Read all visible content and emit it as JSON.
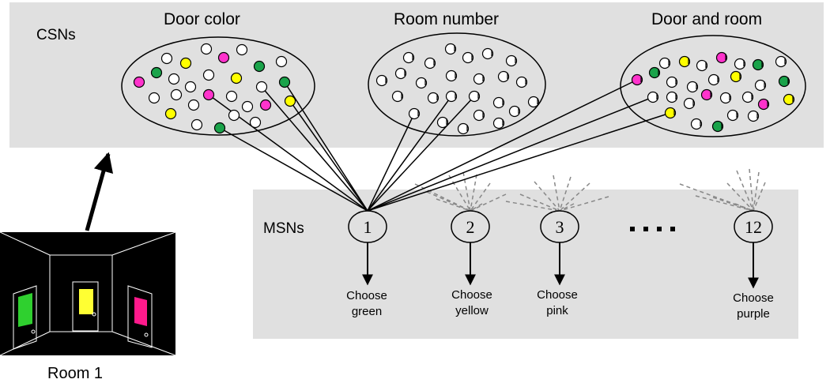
{
  "csn_panel": {
    "label": "CSNs"
  },
  "msn_panel": {
    "label": "MSNs"
  },
  "clusters": [
    {
      "title": "Door color"
    },
    {
      "title": "Room number"
    },
    {
      "title": "Door and room"
    }
  ],
  "msns": [
    {
      "number": "1",
      "choice_line1": "Choose",
      "choice_line2": "green"
    },
    {
      "number": "2",
      "choice_line1": "Choose",
      "choice_line2": "yellow"
    },
    {
      "number": "3",
      "choice_line1": "Choose",
      "choice_line2": "pink"
    },
    {
      "number": "12",
      "choice_line1": "Choose",
      "choice_line2": "purple"
    }
  ],
  "ellipsis": "....",
  "room": {
    "label": "Room 1"
  },
  "colors": {
    "green": "#1aa34a",
    "yellow": "#ffff00",
    "pink": "#ff33cc",
    "panel": "#e0e0e0",
    "dashed": "#888888",
    "room_green": "#2fd02f",
    "room_yellow": "#ffff33",
    "room_pink": "#ff1a8c"
  }
}
